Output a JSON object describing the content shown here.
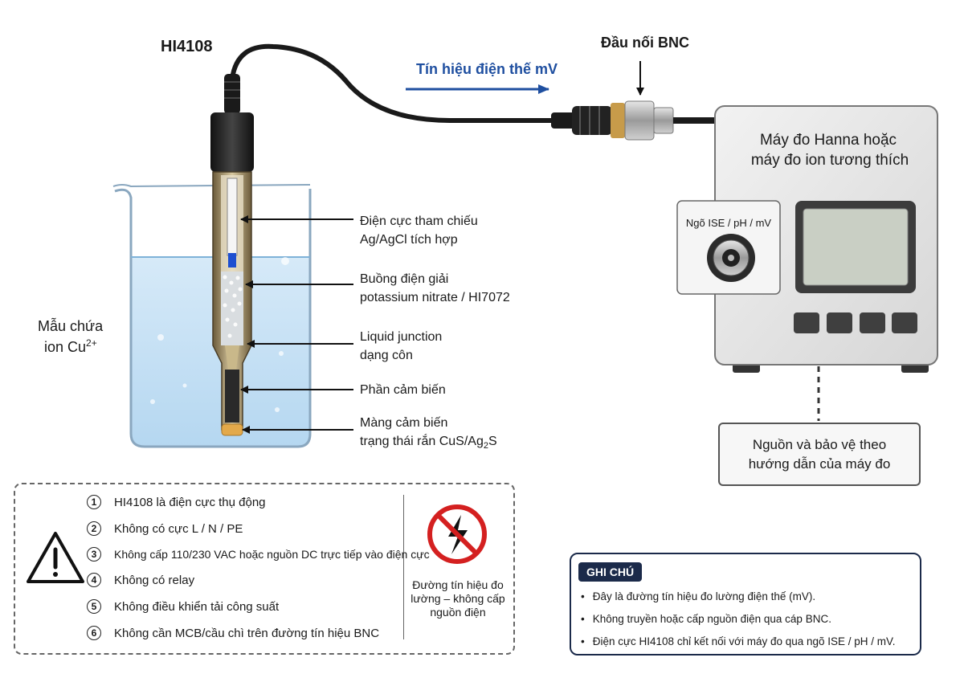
{
  "probe": {
    "model": "HI4108",
    "labels": {
      "ref_1": "Điện cực tham chiếu",
      "ref_2": "Ag/AgCl tích hợp",
      "chamber_1": "Buồng điện giải",
      "chamber_2": "potassium nitrate / HI7072",
      "junction_1": "Liquid junction",
      "junction_2": "dạng côn",
      "sensor": "Phần cảm biến",
      "membrane_1": "Màng cảm biến",
      "membrane_2_pre": "trạng thái rắn CuS/Ag",
      "membrane_2_sub": "2",
      "membrane_2_post": "S"
    }
  },
  "sample": {
    "line1": "Mẫu chứa",
    "line2_pre": "ion Cu",
    "line2_sup": "2+"
  },
  "signal": {
    "label": "Tín hiệu điện thế mV",
    "color": "#1f4fa0"
  },
  "connector": {
    "label": "Đầu nối BNC"
  },
  "meter": {
    "title_1": "Máy đo Hanna hoặc",
    "title_2": "máy đo ion tương thích",
    "port_label": "Ngõ ISE / pH / mV",
    "button_count": 4
  },
  "power": {
    "line1": "Nguồn và bảo vệ theo",
    "line2": "hướng dẫn của máy đo"
  },
  "warnings": {
    "items": [
      {
        "num": "1",
        "text": "HI4108 là điện cực thụ động"
      },
      {
        "num": "2",
        "text": "Không có cực L / N / PE"
      },
      {
        "num": "3",
        "text": "Không cấp 110/230 VAC hoặc nguồn DC trực tiếp vào điện cực"
      },
      {
        "num": "4",
        "text": "Không có relay"
      },
      {
        "num": "5",
        "text": "Không điều khiển tải công suất"
      },
      {
        "num": "6",
        "text": "Không cần MCB/cầu chì trên đường tín hiệu BNC"
      }
    ],
    "no_power_text": "Đường tín hiệu đo lường – không cấp nguồn điện",
    "no_power_color": "#d42020"
  },
  "notes": {
    "title": "GHI CHÚ",
    "items": [
      "Đây là đường tín hiệu đo lường điện thế (mV).",
      "Không truyền hoặc cấp nguồn điện qua cáp BNC.",
      "Điện cực HI4108 chỉ kết nối với máy đo qua ngõ ISE / pH / mV."
    ],
    "color": "#1b2a4a"
  }
}
